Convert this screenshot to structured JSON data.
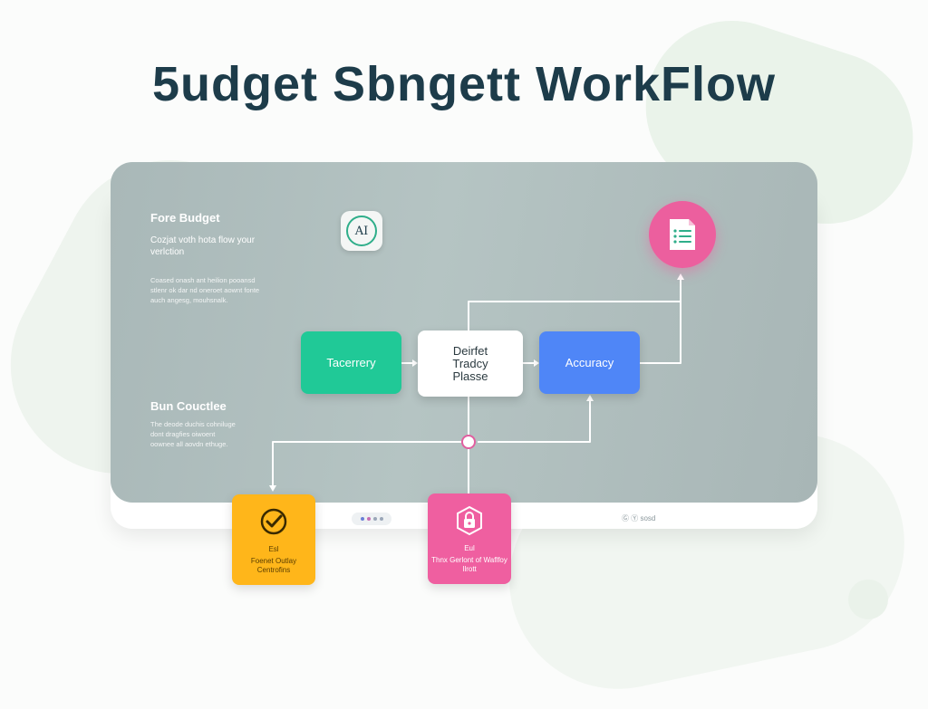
{
  "title": "5udget Sbngett WorkFlow",
  "sidebar": {
    "section1": {
      "heading": "Fore Budget",
      "subheading": "Cozjat voth hota flow your verlction",
      "body": "Coased onash ant heilion pooansd stlenr ok dar nd oneroet aownt fonte auch angesg, mouhsnalk."
    },
    "section2": {
      "heading": "Bun Couctlee",
      "body": "The deode duchis cohniluge dont dragfies oiwoent oownee all aovdn ethuge."
    }
  },
  "badge": {
    "label": "AI"
  },
  "nodes": {
    "green": "Tacerrery",
    "white": "Deirfet Tradcy Plasse",
    "blue": "Accuracy"
  },
  "cards": {
    "yellow": {
      "title": "Esl",
      "text": "Foenet Outlay Centrofins"
    },
    "pink": {
      "title": "Eul",
      "text": "Thnx Gerlont of Waflfoy Ilrott"
    }
  },
  "footer": {
    "label": "Ⓖ Ⓨ sosd"
  },
  "colors": {
    "title": "#1d3c4a",
    "green": "#20c997",
    "blue": "#4f86f7",
    "pink": "#ec5f9e",
    "yellow": "#ffb61a",
    "connector": "#ffffff"
  }
}
